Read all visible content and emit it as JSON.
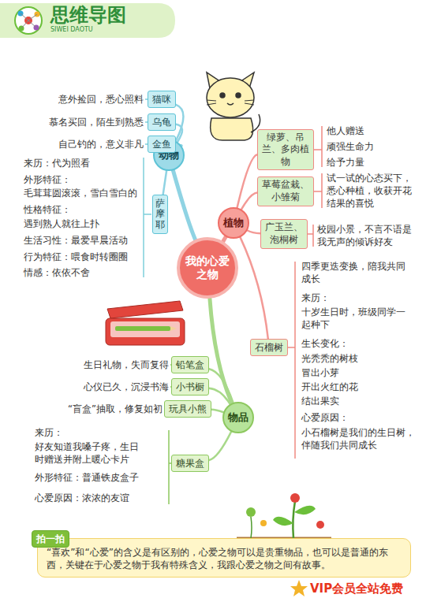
{
  "diagram": {
    "title": "思维导图",
    "nodes": [
      {
        "text": [
          "我的心爱之物"
        ]
      },
      {
        "text": [
          "动物"
        ]
      },
      {
        "text": [
          "猫咪"
        ]
      },
      {
        "text": [
          "乌龟"
        ]
      },
      {
        "text": [
          "金鱼"
        ]
      },
      {
        "text": [
          "萨摩耶"
        ]
      },
      {
        "text": [
          "植物"
        ]
      },
      {
        "text": [
          "绿萝、吊兰、多肉植物"
        ]
      },
      {
        "text": [
          "草莓盆栽、小雏菊"
        ]
      },
      {
        "text": [
          "广玉兰、泡桐树"
        ]
      },
      {
        "text": [
          "石榴树"
        ]
      },
      {
        "text": [
          "物品"
        ]
      },
      {
        "text": [
          "铅笔盒"
        ]
      },
      {
        "text": [
          "小书橱"
        ]
      },
      {
        "text": [
          "玩具小熊"
        ]
      },
      {
        "text": [
          "糖果盒"
        ]
      },
      {
        "text": [
          "“喜欢”和“心爱”的含义是有区别的，心爱之物可以是贵重物品，也可以是普通的东西，关键在于心爱之物于我有特殊含义，我跟心爱之物之间有故事。"
        ]
      },
      {
        "text": [
          "拍一拍"
        ]
      }
    ],
    "edges": [
      {
        "from": 0,
        "to": 1,
        "arrow": "none"
      },
      {
        "from": 0,
        "to": 6,
        "arrow": "none"
      },
      {
        "from": 0,
        "to": 11,
        "arrow": "none"
      },
      {
        "from": 1,
        "to": 2,
        "arrow": "none"
      },
      {
        "from": 1,
        "to": 3,
        "arrow": "none"
      },
      {
        "from": 1,
        "to": 4,
        "arrow": "none"
      },
      {
        "from": 1,
        "to": 5,
        "arrow": "none"
      },
      {
        "from": 6,
        "to": 7,
        "arrow": "none"
      },
      {
        "from": 6,
        "to": 8,
        "arrow": "none"
      },
      {
        "from": 6,
        "to": 9,
        "arrow": "none"
      },
      {
        "from": 6,
        "to": 10,
        "arrow": "none"
      },
      {
        "from": 11,
        "to": 12,
        "arrow": "none"
      },
      {
        "from": 11,
        "to": 13,
        "arrow": "none"
      },
      {
        "from": 11,
        "to": 14,
        "arrow": "none"
      },
      {
        "from": 11,
        "to": 15,
        "arrow": "none"
      }
    ],
    "labels": [
      "SIWEI DAOTU",
      "意外捡回，悉心照料",
      "慕名买回，陌生到熟悉",
      "自己钓的，意义非凡",
      "来历：代为照看",
      "外形特征：",
      "毛茸茸圆滚滚，雪白雪白的",
      "性格特征：",
      "遇到熟人就往上扑",
      "生活习性：最爱早晨活动",
      "行为特征：喂食时转圈圈",
      "情感：依依不舍",
      "他人赠送",
      "顽强生命力",
      "给予力量",
      "试一试的心态买下，悉心种植，收获开花结果的喜悦",
      "校园小景，不言不语是我无声的倾诉好友",
      "四季更迭变换，陪我共同成长",
      "来历：",
      "十岁生日时，班级同学一起种下",
      "生长变化：",
      "光秃秃的树枝",
      "冒出小芽",
      "开出火红的花",
      "结出果实",
      "心爱原因：",
      "小石榴树是我们的生日树，伴随我们共同成长",
      "生日礼物，失而复得",
      "心仪已久，沉浸书海",
      "“盲盒”抽取，修复如初",
      "来历：",
      "好友知道我嗓子疼，生日时赠送并附上暖心卡片",
      "外形特征：普通铁皮盒子",
      "心爱原因：浓浓的友谊",
      "VIP会员全站免费"
    ]
  }
}
